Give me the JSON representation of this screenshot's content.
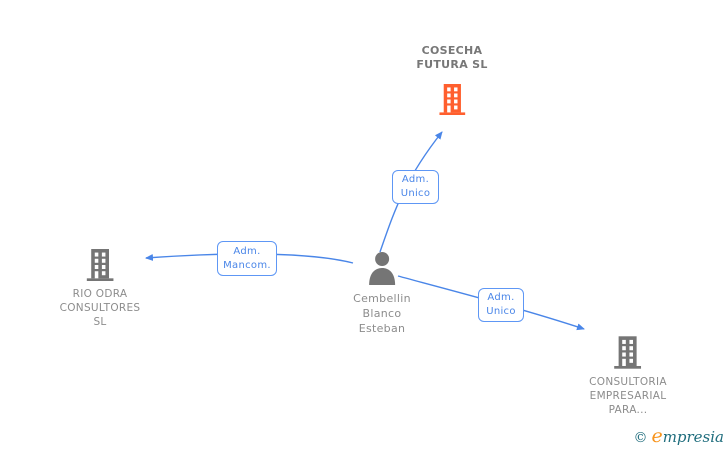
{
  "nodes": {
    "cosecha": {
      "line1": "COSECHA",
      "line2": "FUTURA SL"
    },
    "rio": {
      "line1": "RIO ODRA",
      "line2": "CONSULTORES",
      "line3": "SL"
    },
    "person": {
      "line1": "Cembellin",
      "line2": "Blanco",
      "line3": "Esteban"
    },
    "consultoria": {
      "line1": "CONSULTORIA",
      "line2": "EMPRESARIAL",
      "line3": "PARA..."
    }
  },
  "edge_labels": {
    "adm_unico_top": {
      "line1": "Adm.",
      "line2": "Unico"
    },
    "adm_mancom": {
      "line1": "Adm.",
      "line2": "Mancom."
    },
    "adm_unico_bottom": {
      "line1": "Adm.",
      "line2": "Unico"
    }
  },
  "watermark": {
    "copyright": "©",
    "brand_initial": "e",
    "brand_rest": "mpresia"
  },
  "colors": {
    "edge_blue": "#4a86e8",
    "label_border_blue": "#5e97f5",
    "node_gray": "#757575",
    "focus_orange": "#ff5f2e",
    "text_gray": "#8c8c8c",
    "brand_teal": "#1f6d7d",
    "brand_orange": "#f7941d"
  }
}
